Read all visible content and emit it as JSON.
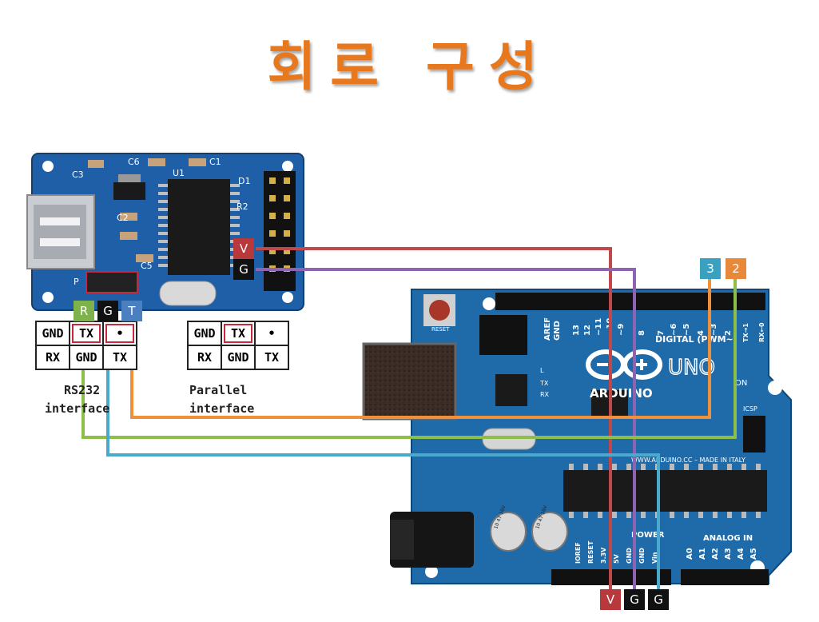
{
  "title": "회로 구성",
  "module": {
    "silk_labels": [
      "C3",
      "C6",
      "U1",
      "C1",
      "D1",
      "C2",
      "R2",
      "C5",
      "P"
    ],
    "rs232_table": [
      [
        "GND",
        "TX",
        "•"
      ],
      [
        "RX",
        "GND",
        "TX"
      ]
    ],
    "parallel_table": [
      [
        "GND",
        "TX",
        "•"
      ],
      [
        "RX",
        "GND",
        "TX"
      ]
    ],
    "rs232_caption": [
      "RS232",
      "interface"
    ],
    "parallel_caption": [
      "Parallel",
      "interface"
    ]
  },
  "board": {
    "brand": "ARDUINO",
    "model": "UNO",
    "digital_label": "DIGITAL (PWM~)",
    "top_pins": [
      "AREF",
      "GND",
      "13",
      "12",
      "~11",
      "~10",
      "~9",
      "8",
      "7",
      "~6",
      "~5",
      "4",
      "~3",
      "2",
      "TX→1",
      "RX←0"
    ],
    "led_labels": [
      "L",
      "TX",
      "RX"
    ],
    "on_label": "ON",
    "icsp_label": "ICSP",
    "reset_label": "RESET",
    "website": "WWW.ARDUINO.CC – MADE IN ITALY",
    "power_label": "POWER",
    "power_pins": [
      "IOREF",
      "RESET",
      "3.3V",
      "5V",
      "GND",
      "GND",
      "Vin"
    ],
    "analog_label": "ANALOG IN",
    "analog_pins": [
      "A0",
      "A1",
      "A2",
      "A3",
      "A4",
      "A5"
    ],
    "cap_labels": [
      "10 47 16V",
      "10 47 16V"
    ]
  },
  "tags": {
    "module_v": "V",
    "module_g": "G",
    "r": "R",
    "g": "G",
    "t": "T",
    "pin3": "3",
    "pin2": "2",
    "bottom_v": "V",
    "bottom_g1": "G",
    "bottom_g2": "G"
  },
  "colors": {
    "title": "#e8781e",
    "wire_v": "#c0474a",
    "wire_g": "#8e63b1",
    "wire_r": "#8cbf4a",
    "wire_t": "#4aa9cc",
    "wire_orange": "#f0903a",
    "tag_v": "#b8393b",
    "tag_g": "#111111",
    "tag_r": "#7fb24a",
    "tag_t": "#4a7fc0",
    "tag_3": "#3aa0c0",
    "tag_2": "#e8893a",
    "pcb": "#1e5fa8",
    "board": "#1f6aa8"
  }
}
